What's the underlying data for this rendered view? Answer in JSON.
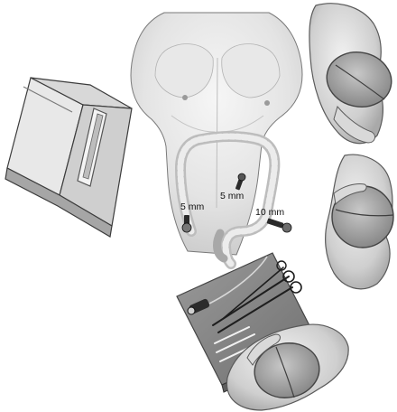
{
  "figure": {
    "port_labels": [
      {
        "id": "port-umbilical",
        "text": "5 mm"
      },
      {
        "id": "port-left-lower",
        "text": "5 mm"
      },
      {
        "id": "port-right-lower",
        "text": "10 mm"
      }
    ]
  },
  "colors": {
    "skin_light": "#f1f1f1",
    "skin_mid": "#d2d2d2",
    "skin_shadow": "#9a9a9a",
    "outline": "#5a5a5a",
    "colon": "#bdbdbd",
    "monitor_face": "#e6e6e6",
    "monitor_side": "#a8a8a8",
    "tray": "#8a8a8a",
    "instrument": "#2a2a2a",
    "surgeon_cap": "#9e9e9e"
  },
  "icons": {
    "monitor": "video-monitor-tower",
    "surgeons": [
      "surgeon-head-top-view",
      "surgeon-head-top-view",
      "surgeon-head-top-view"
    ],
    "tray": "instrument-tray",
    "trocar": "trocar-port"
  }
}
